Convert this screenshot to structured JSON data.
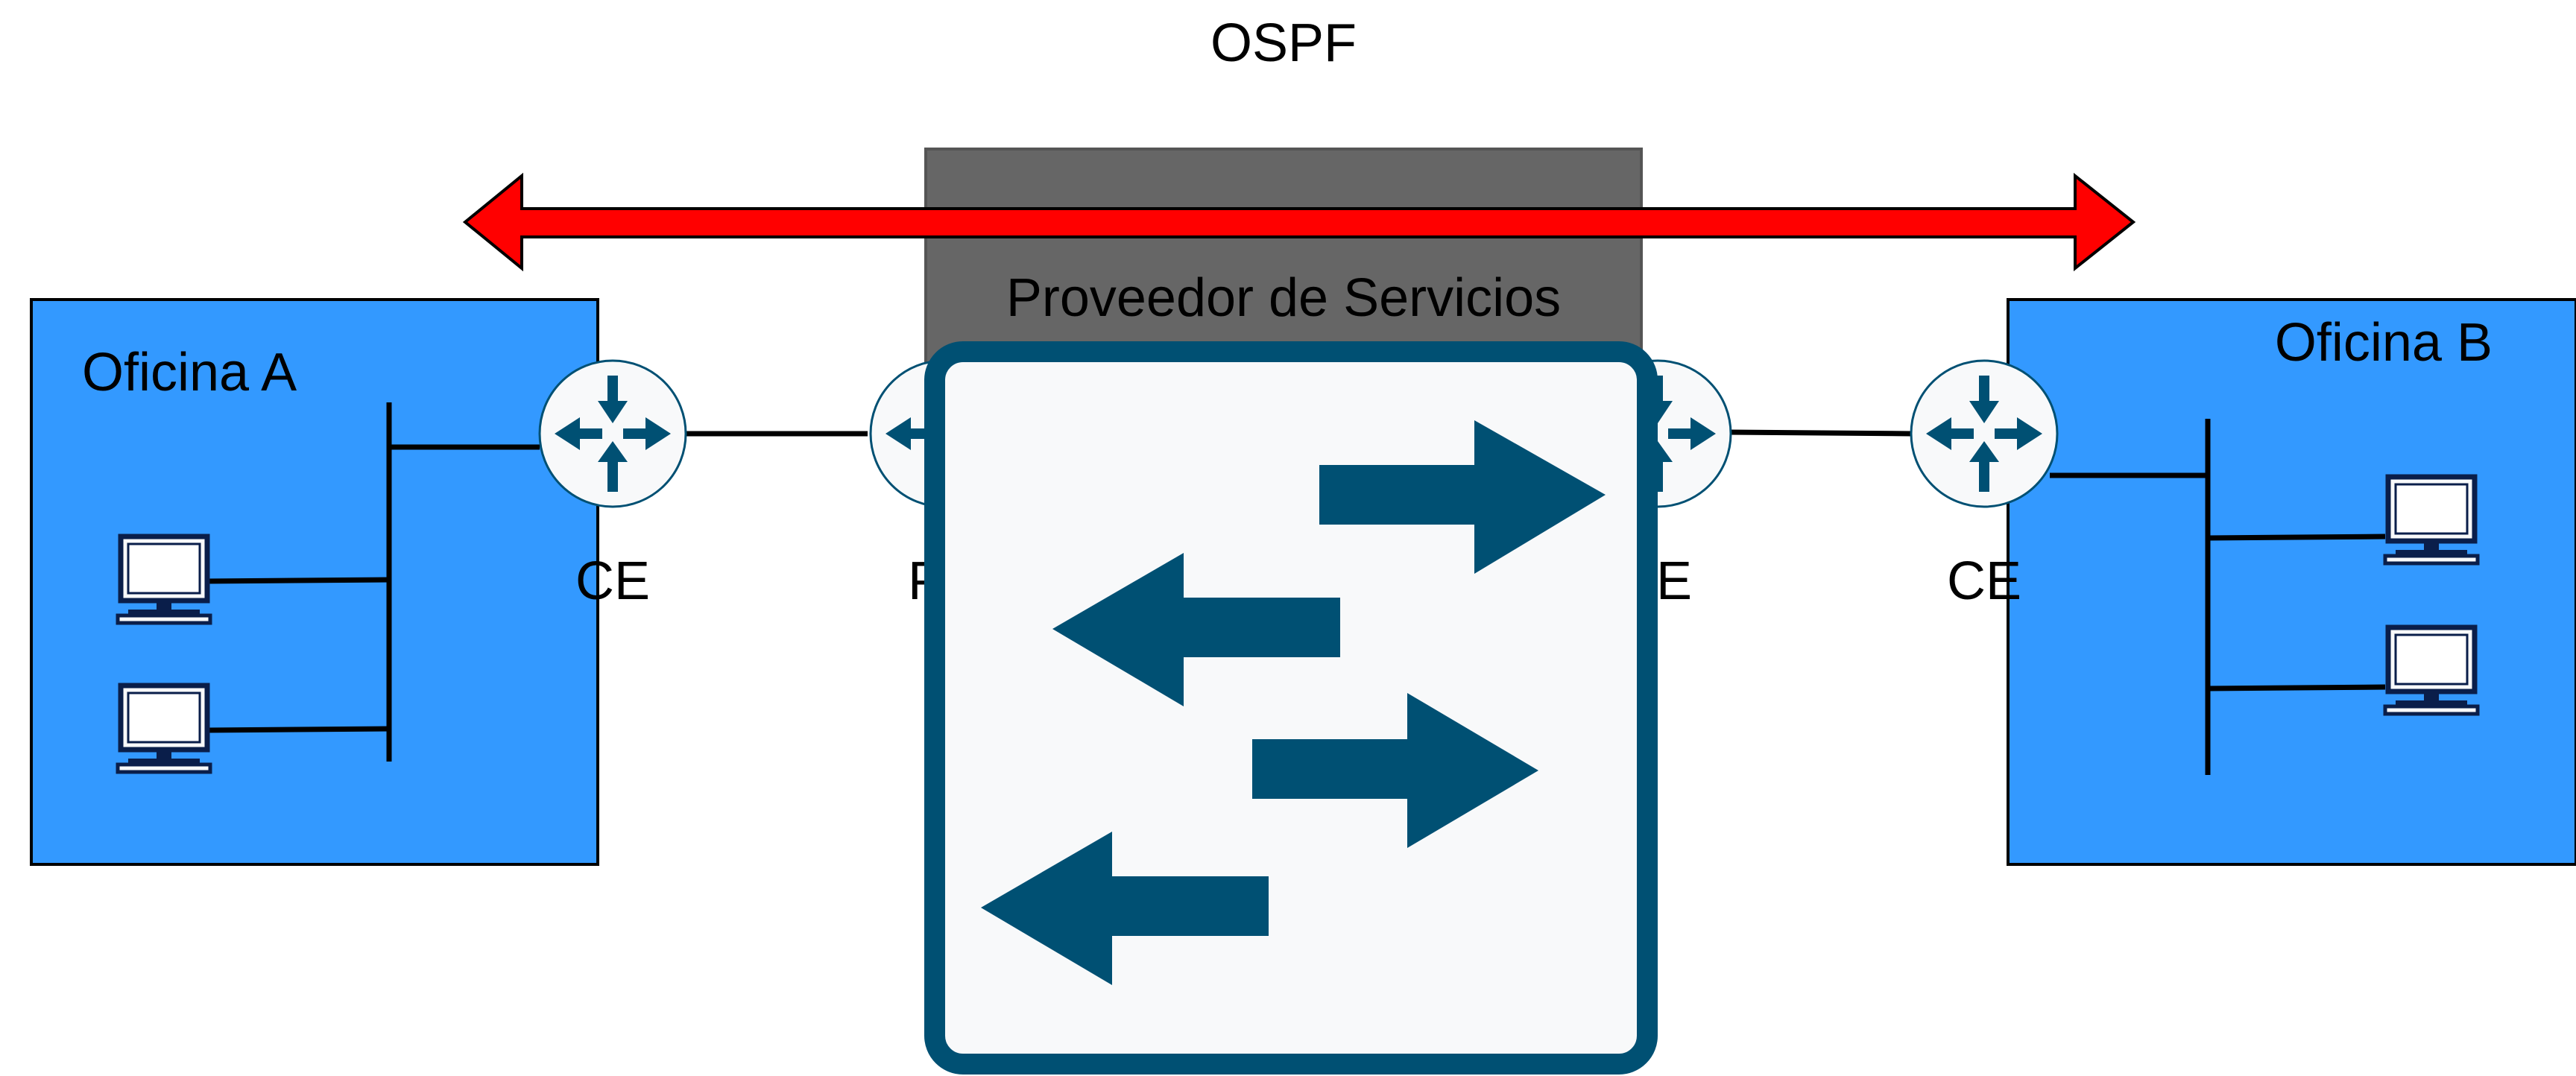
{
  "title": "OSPF",
  "provider": {
    "label": "Proveedor de Servicios"
  },
  "office_a": {
    "label": "Oficina A"
  },
  "office_b": {
    "label": "Oficina B"
  },
  "routers": {
    "ce_left": "CE",
    "pe_left_partial": "P",
    "pe_right_partial": "E",
    "ce_right": "CE"
  },
  "icons": {
    "router": "router-icon",
    "computer": "computer-icon",
    "switch": "switch-icon",
    "ospf_arrow": "double-arrow-icon"
  },
  "colors": {
    "office_fill": "#3399FF",
    "provider_fill": "#666666",
    "arrow_fill": "#FF0000",
    "icon_dark": "#005073",
    "icon_light": "#F8F9FA"
  }
}
